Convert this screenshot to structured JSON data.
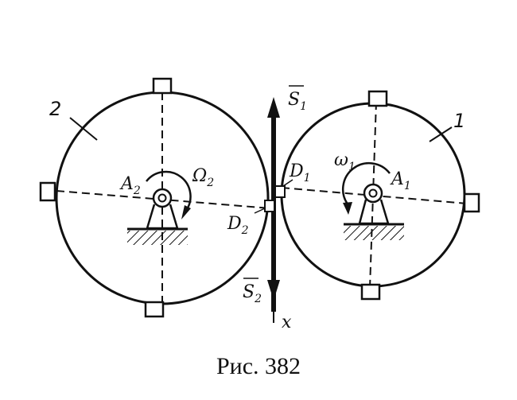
{
  "labels": {
    "disk2_number": "2",
    "disk1_number": "1",
    "A2": "A",
    "A2_sub": "2",
    "Omega2": "Ω",
    "Omega2_sub": "2",
    "D2": "D",
    "D2_sub": "2",
    "D1": "D",
    "D1_sub": "1",
    "omega1": "ω",
    "omega1_sub": "1",
    "A1": "A",
    "A1_sub": "1",
    "S1": "S",
    "S1_sub": "1",
    "S2": "S",
    "S2_sub": "2",
    "x_axis": "x"
  },
  "caption": "Рис.  382"
}
